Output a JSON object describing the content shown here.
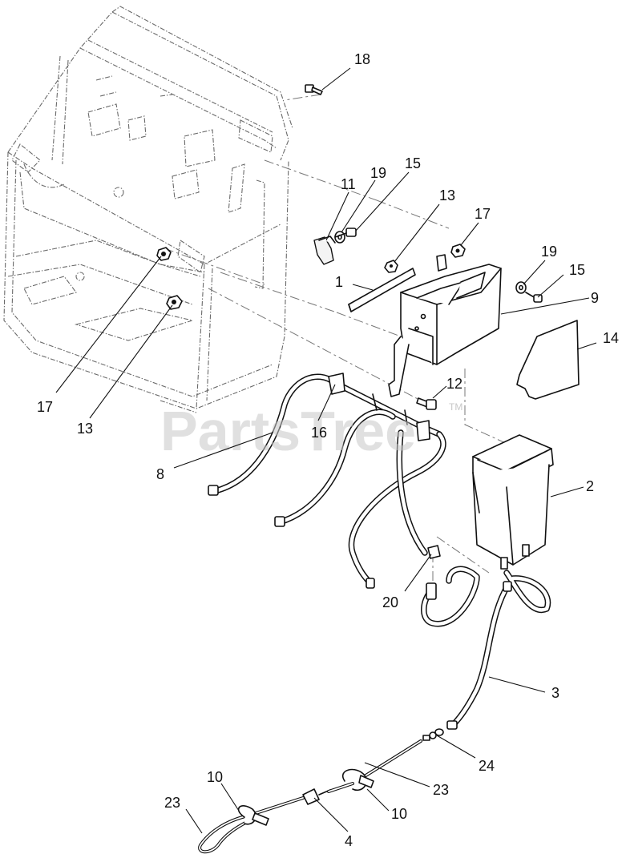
{
  "watermark": {
    "text": "PartsTree",
    "tm": "TM"
  },
  "callouts": {
    "c18": "18",
    "c11": "11",
    "c19a": "19",
    "c15a": "15",
    "c13a": "13",
    "c17a": "17",
    "c1": "1",
    "c19b": "19",
    "c15b": "15",
    "c9": "9",
    "c14": "14",
    "c12": "12",
    "c17b": "17",
    "c13b": "13",
    "c16": "16",
    "c8": "8",
    "c2": "2",
    "c20": "20",
    "c3": "3",
    "c24": "24",
    "c23a": "23",
    "c10a": "10",
    "c23b": "23",
    "c10b": "10",
    "c4": "4"
  }
}
